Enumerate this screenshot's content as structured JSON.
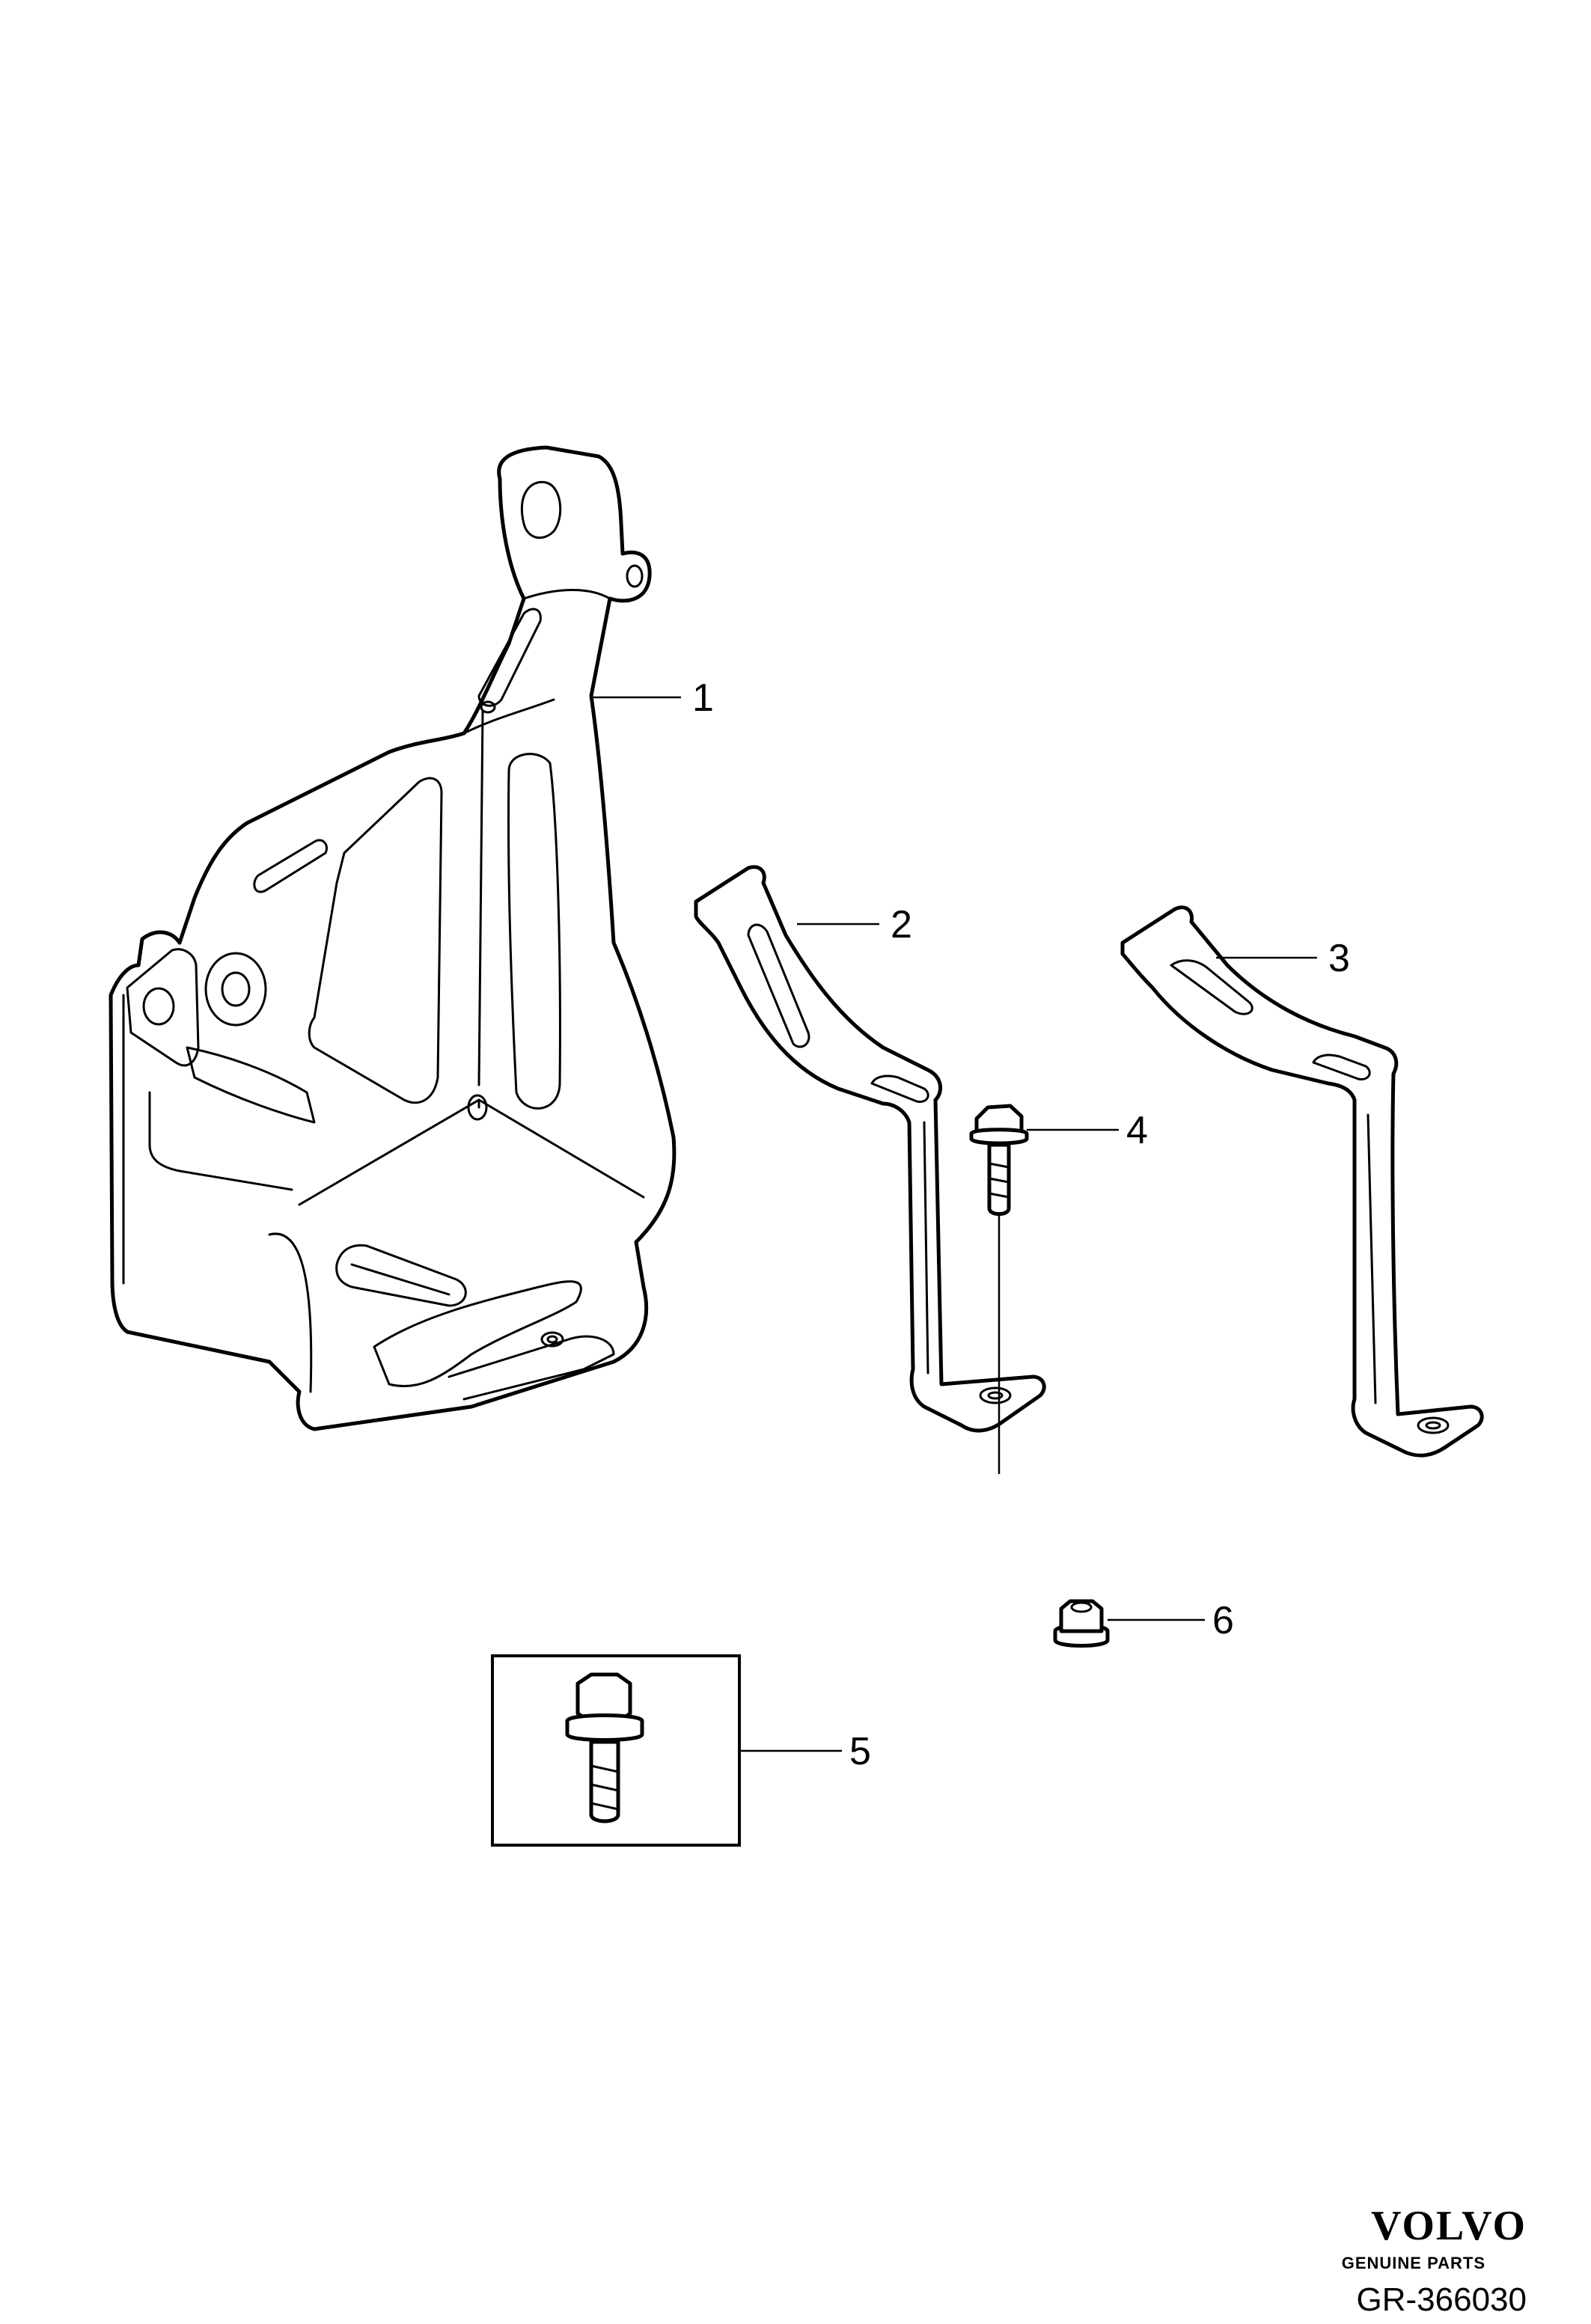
{
  "callouts": [
    {
      "number": "1"
    },
    {
      "number": "2"
    },
    {
      "number": "3"
    },
    {
      "number": "4"
    },
    {
      "number": "5"
    },
    {
      "number": "6"
    }
  ],
  "brand": {
    "name": "VOLVO",
    "tagline": "GENUINE PARTS"
  },
  "reference_code": "GR-366030"
}
